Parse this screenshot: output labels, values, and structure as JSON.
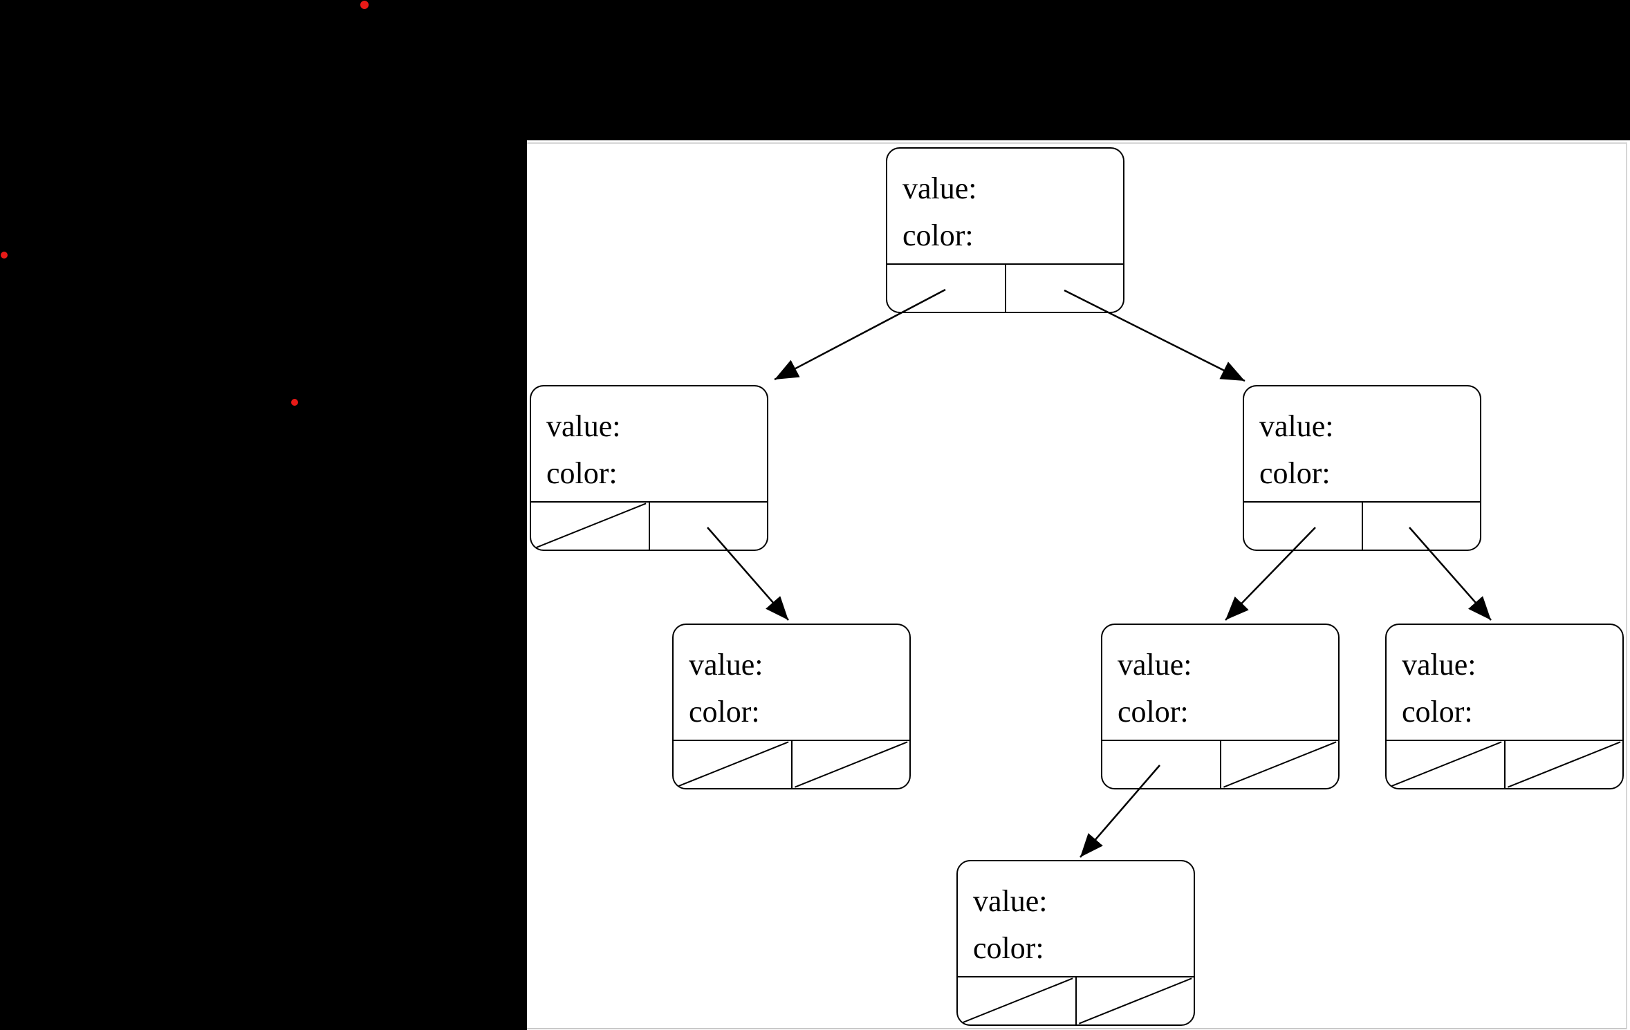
{
  "window": {
    "background_color": "#000000",
    "canvas_background_color": "#ffffff",
    "canvas_border_color": "#d6d6d6",
    "line_color": "#000000",
    "dot_color": "#e81a17"
  },
  "annotation_dots": [
    {
      "name": "dot-top",
      "color": "#e81a17"
    },
    {
      "name": "dot-left-edge",
      "color": "#e81a17"
    },
    {
      "name": "dot-middle",
      "color": "#e81a17"
    }
  ],
  "diagram": {
    "type": "binary-tree-node-diagram",
    "description": "Tree of record nodes, each with value/color fields and left/right pointer cells; slashed cells are null pointers, arrows point to child nodes",
    "nodes": [
      {
        "id": "root",
        "value_label": "value:",
        "color_label": "color:",
        "left_pointer": "child",
        "right_pointer": "child"
      },
      {
        "id": "left-child",
        "value_label": "value:",
        "color_label": "color:",
        "left_pointer": "null",
        "right_pointer": "child"
      },
      {
        "id": "right-child",
        "value_label": "value:",
        "color_label": "color:",
        "left_pointer": "child",
        "right_pointer": "child"
      },
      {
        "id": "left-right-grandchild",
        "value_label": "value:",
        "color_label": "color:",
        "left_pointer": "null",
        "right_pointer": "null"
      },
      {
        "id": "right-left-grandchild",
        "value_label": "value:",
        "color_label": "color:",
        "left_pointer": "child",
        "right_pointer": "null"
      },
      {
        "id": "right-right-grandchild",
        "value_label": "value:",
        "color_label": "color:",
        "left_pointer": "null",
        "right_pointer": "null"
      },
      {
        "id": "right-left-left-greatgrandchild",
        "value_label": "value:",
        "color_label": "color:",
        "left_pointer": "null",
        "right_pointer": "null"
      }
    ],
    "edges": [
      {
        "from": "root",
        "pointer": "left",
        "to": "left-child"
      },
      {
        "from": "root",
        "pointer": "right",
        "to": "right-child"
      },
      {
        "from": "left-child",
        "pointer": "right",
        "to": "left-right-grandchild"
      },
      {
        "from": "right-child",
        "pointer": "left",
        "to": "right-left-grandchild"
      },
      {
        "from": "right-child",
        "pointer": "right",
        "to": "right-right-grandchild"
      },
      {
        "from": "right-left-grandchild",
        "pointer": "left",
        "to": "right-left-left-greatgrandchild"
      }
    ]
  }
}
